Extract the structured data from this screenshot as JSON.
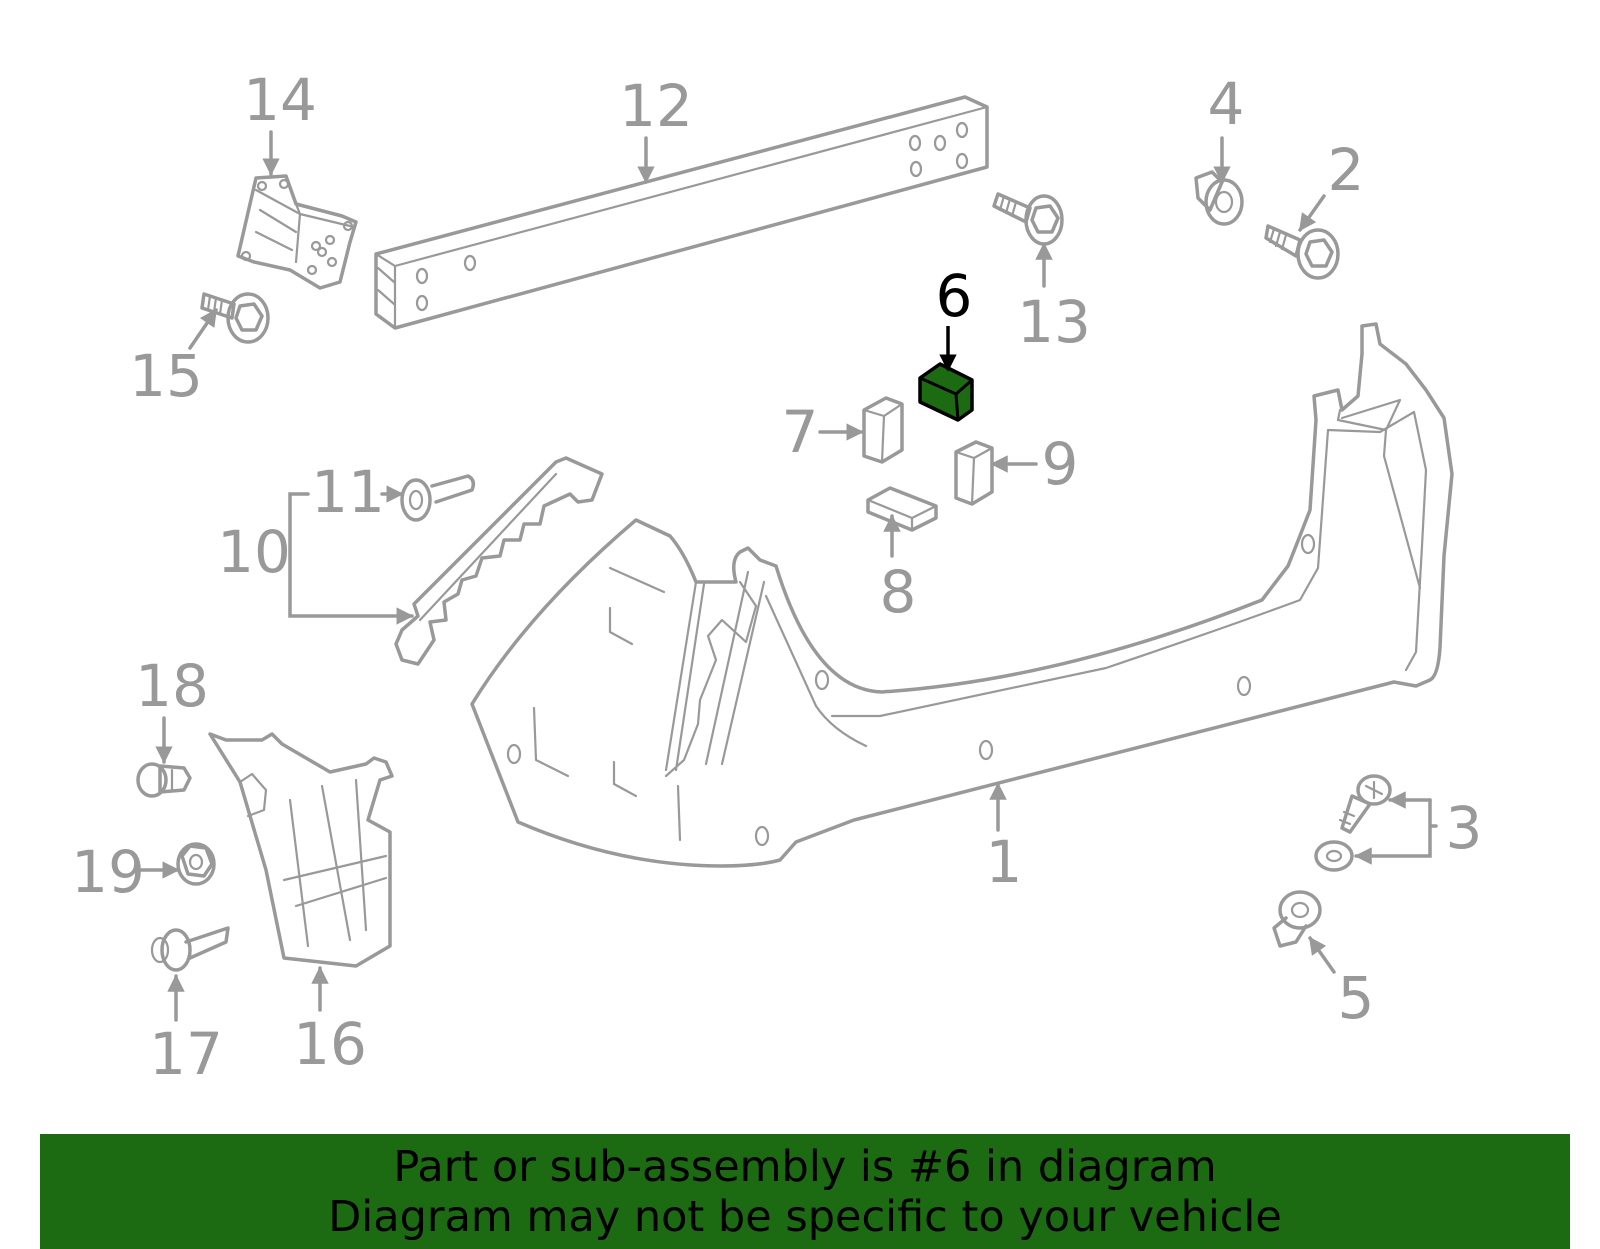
{
  "callouts": {
    "c1": "1",
    "c2": "2",
    "c3": "3",
    "c4": "4",
    "c5": "5",
    "c6": "6",
    "c7": "7",
    "c8": "8",
    "c9": "9",
    "c10": "10",
    "c11": "11",
    "c12": "12",
    "c13": "13",
    "c14": "14",
    "c15": "15",
    "c16": "16",
    "c17": "17",
    "c18": "18",
    "c19": "19"
  },
  "highlight_color": "#1c6a12",
  "line_color": "#999999",
  "banner": {
    "line1": "Part or sub-assembly is #6 in diagram",
    "line2": "Diagram may not be specific to your vehicle"
  }
}
